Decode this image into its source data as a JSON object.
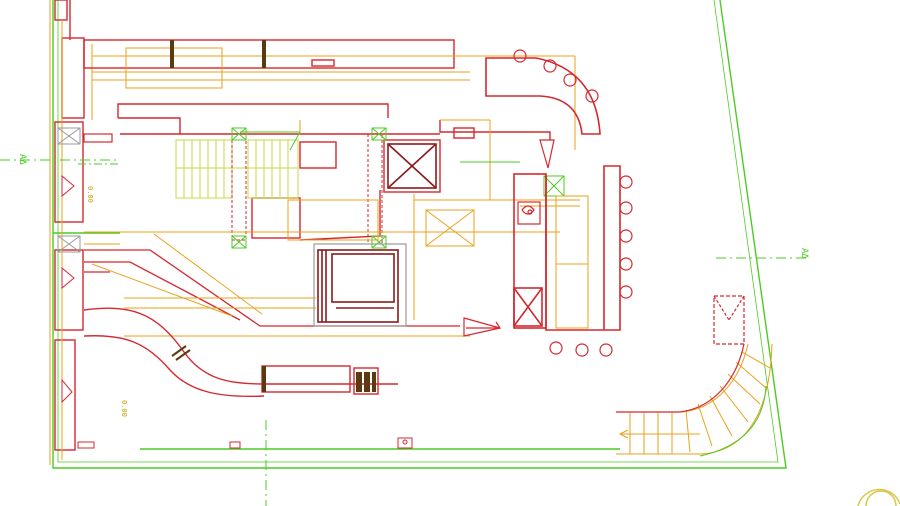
{
  "drawing": {
    "section_marker_left": "AΔ",
    "section_marker_right": "AΔ",
    "level_label_upper": "0.00",
    "level_label_lower": "0.00"
  },
  "colors": {
    "background": "#ffffff",
    "wall_red": "#d6282f",
    "dark_red": "#8b1a1a",
    "outline_orange": "#e8a21a",
    "green_line": "#4ccc22",
    "yellow_green": "#c8d84a",
    "grey": "#9a9a9a",
    "black": "#222222"
  },
  "icons": [
    "elevator-icon",
    "stair-icon",
    "sink-icon",
    "column-marker-icon"
  ]
}
